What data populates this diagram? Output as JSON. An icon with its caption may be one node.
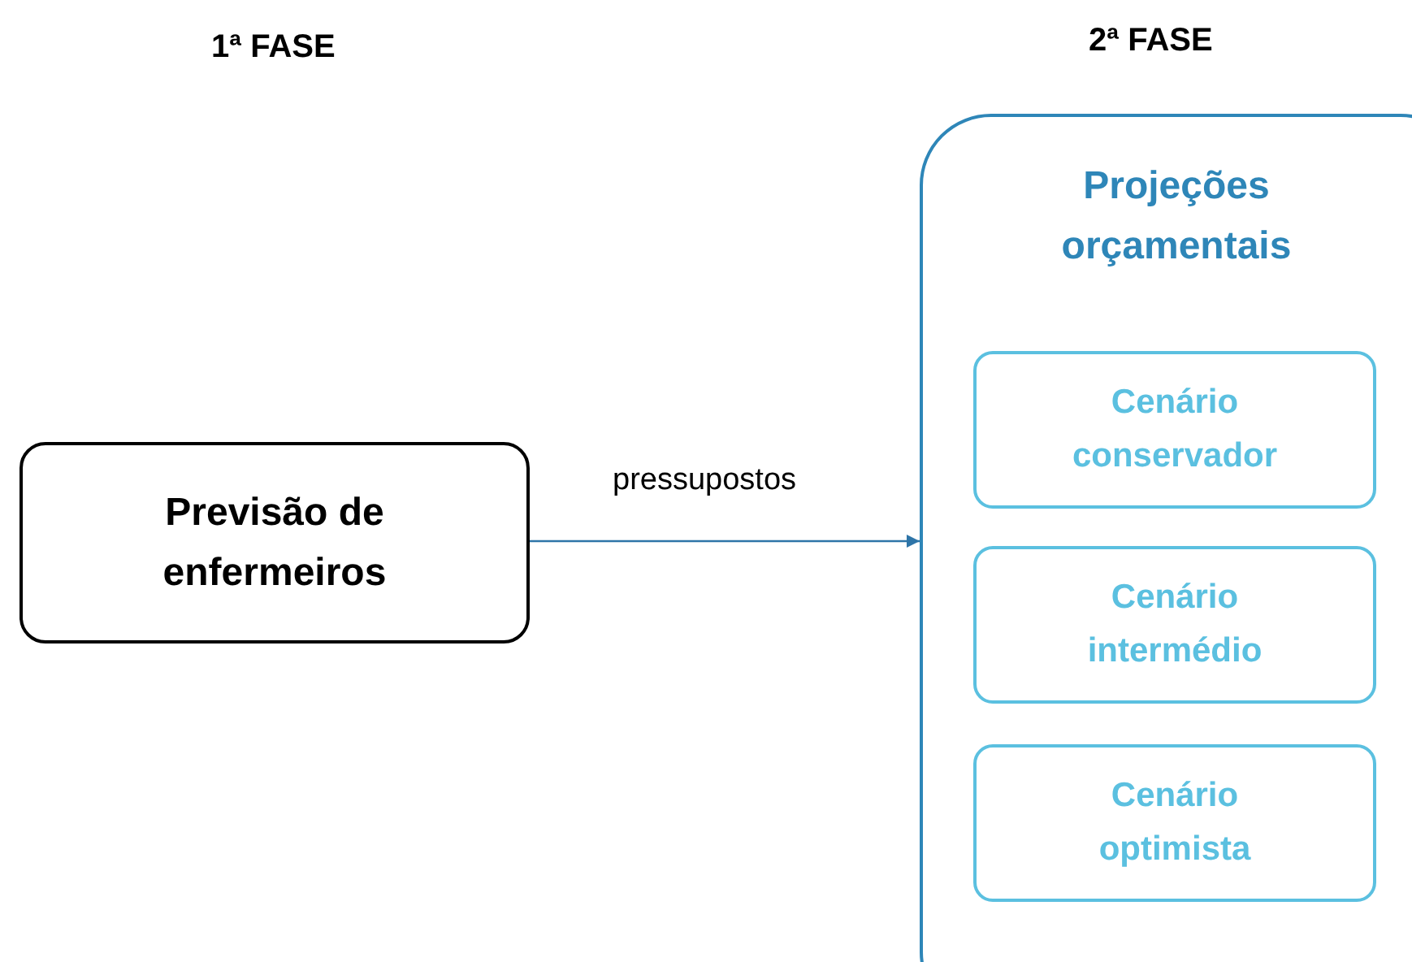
{
  "diagram": {
    "nodes": [
      {
        "text": [
          "Previsão de enfermeiros"
        ]
      },
      {
        "text": [
          "Projeções orçamentais"
        ]
      },
      {
        "text": [
          "Cenário conservador"
        ],
        "in": 1
      },
      {
        "text": [
          "Cenário intermédio"
        ],
        "in": 1
      },
      {
        "text": [
          "Cenário optimista"
        ],
        "in": 1
      }
    ],
    "edges": [
      {
        "from": 0,
        "to": 1,
        "arrow": "to",
        "label": "pressupostos"
      }
    ],
    "labels": [
      "1ª FASE",
      "2ª FASE"
    ]
  }
}
